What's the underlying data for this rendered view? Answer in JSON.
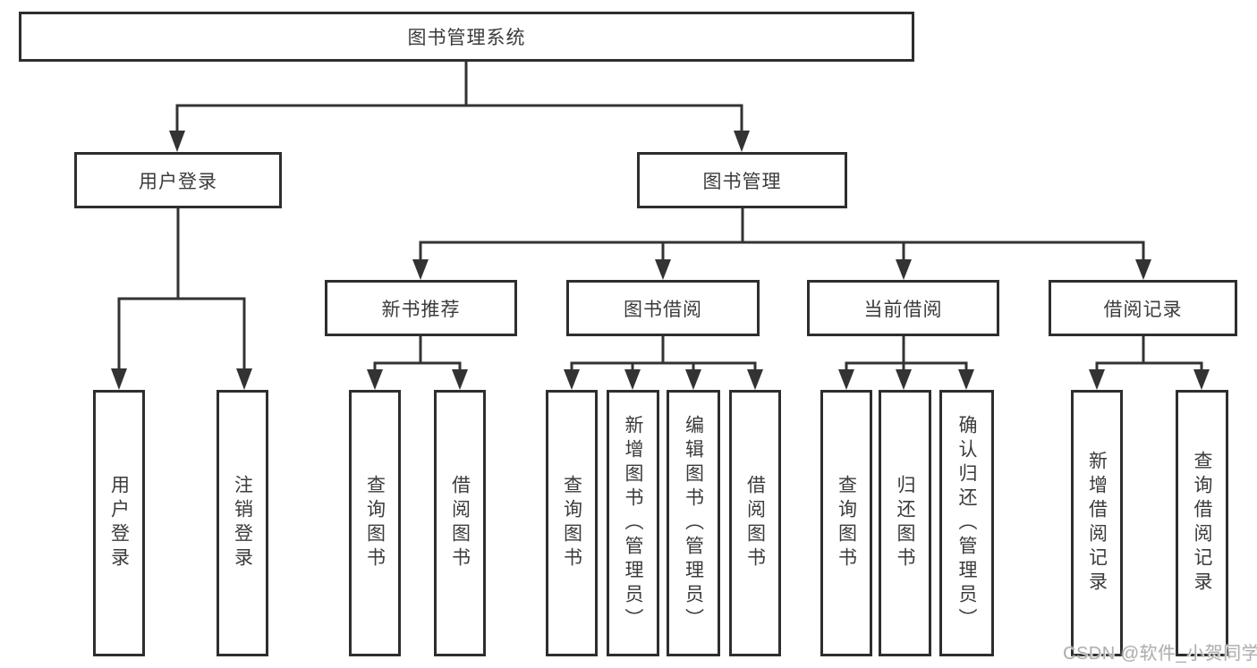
{
  "tree": {
    "label": "图书管理系统",
    "children": [
      {
        "label": "用户登录",
        "children": [
          {
            "label": "用户登录"
          },
          {
            "label": "注销登录"
          }
        ]
      },
      {
        "label": "图书管理",
        "children": [
          {
            "label": "新书推荐",
            "children": [
              {
                "label": "查询图书"
              },
              {
                "label": "借阅图书"
              }
            ]
          },
          {
            "label": "图书借阅",
            "children": [
              {
                "label": "查询图书"
              },
              {
                "label": "新增图书（管理员）"
              },
              {
                "label": "编辑图书（管理员）"
              },
              {
                "label": "借阅图书"
              }
            ]
          },
          {
            "label": "当前借阅",
            "children": [
              {
                "label": "查询图书"
              },
              {
                "label": "归还图书"
              },
              {
                "label": "确认归还（管理员）"
              }
            ]
          },
          {
            "label": "借阅记录",
            "children": [
              {
                "label": "新增借阅记录"
              },
              {
                "label": "查询借阅记录"
              }
            ]
          }
        ]
      }
    ]
  },
  "watermark": "CSDN @软件_小贺同学",
  "colors": {
    "line": "#333333",
    "text": "#3b3b3b",
    "box-border": "#2e2e2e",
    "background": "#ffffff",
    "watermark": "#aeaeae"
  }
}
